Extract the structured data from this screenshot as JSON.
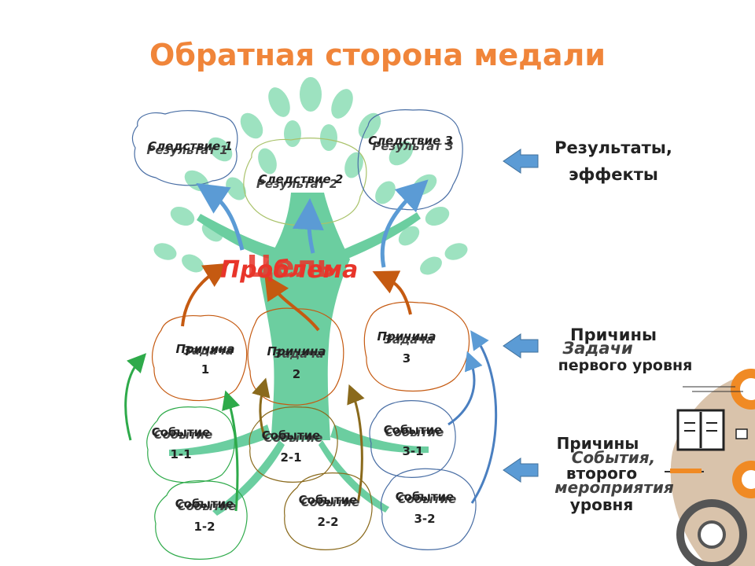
{
  "title": "Обратная сторона медали",
  "center": {
    "problem": "Проблема",
    "goal": "Цель"
  },
  "consequences": [
    {
      "front": "Следствие 1",
      "back": "Результат 1"
    },
    {
      "front": "Следствие 2",
      "back": "Результат 2"
    },
    {
      "front": "Следствие 3",
      "back": "Результат 3"
    }
  ],
  "causes1": [
    {
      "front": "Причина",
      "back": "Задача",
      "num": "1"
    },
    {
      "front": "Причина",
      "back": "Задача",
      "num": "2"
    },
    {
      "front": "Причина",
      "back": "Задача",
      "num": "3"
    }
  ],
  "causes2": [
    {
      "front": "Событие",
      "back": "Событие",
      "num": "1-1"
    },
    {
      "front": "Событие",
      "back": "Событие",
      "num": "1-2"
    },
    {
      "front": "Событие",
      "back": "Событие",
      "num": "2-1"
    },
    {
      "front": "Событие",
      "back": "Событие",
      "num": "2-2"
    },
    {
      "front": "Событие",
      "back": "Событие",
      "num": "3-1"
    },
    {
      "front": "Событие",
      "back": "Событие",
      "num": "3-2"
    }
  ],
  "right_labels": {
    "results": "Результаты,\nэффекты",
    "causes1_a": "Причины",
    "causes1_b": "первого уровня",
    "causes1_overlay": "Задачи",
    "causes2_a": "Причины",
    "causes2_b": "второго",
    "causes2_c": "уровня",
    "causes2_overlay_a": "События,",
    "causes2_overlay_b": "мероприятия"
  },
  "colors": {
    "title": "#f0853a",
    "tree": "#4fc48f",
    "problem": "#e8352a",
    "arrow_blue": "#5b9bd5",
    "arrow_orange": "#c55a11",
    "arrow_green": "#2eaa4a",
    "arrow_olive": "#8a6a1c",
    "cloud_orange": "#c55a11",
    "cloud_green": "#a9c26a",
    "cloud_blue": "#4a6fa5"
  }
}
